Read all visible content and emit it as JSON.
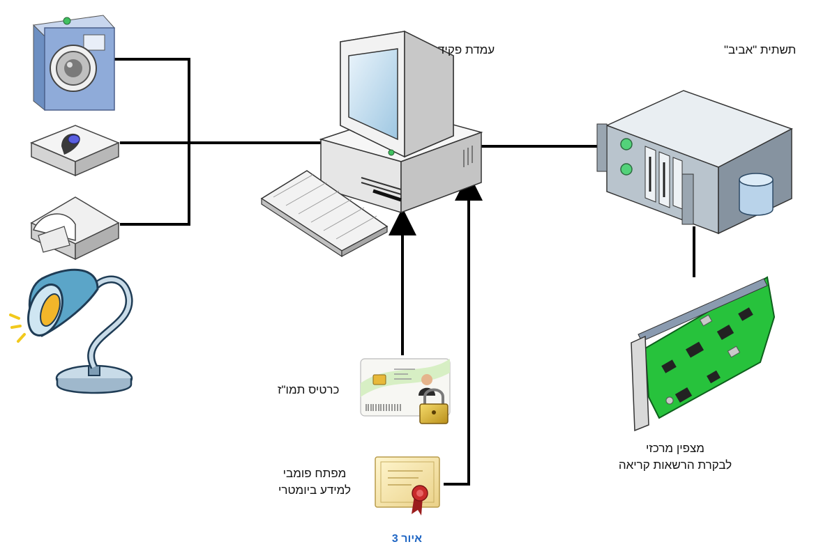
{
  "labels": {
    "workstation": "עמדת פקיד",
    "infrastructure": "תשתית \"אביב\"",
    "smart_card": "כרטיס תמו\"ז",
    "public_key_line1": "מפתח פומבי",
    "public_key_line2": "למידע ביומטרי",
    "hsm_line1": "מצפין מרכזי",
    "hsm_line2": "לבקרת הרשאות קריאה"
  },
  "caption": "איור 3",
  "icons": {
    "camera": "camera-icon",
    "fingerprint_scanner": "fingerprint-scanner-icon",
    "card_reader": "card-reader-icon",
    "lamp": "desk-lamp-icon",
    "computer": "desktop-computer-icon",
    "keyboard": "keyboard-icon",
    "server": "server-icon",
    "crypto_card": "crypto-card-icon",
    "id_card": "id-card-icon",
    "certificate": "certificate-icon"
  },
  "colors": {
    "caption": "#1f66c4",
    "connector": "#000000"
  }
}
